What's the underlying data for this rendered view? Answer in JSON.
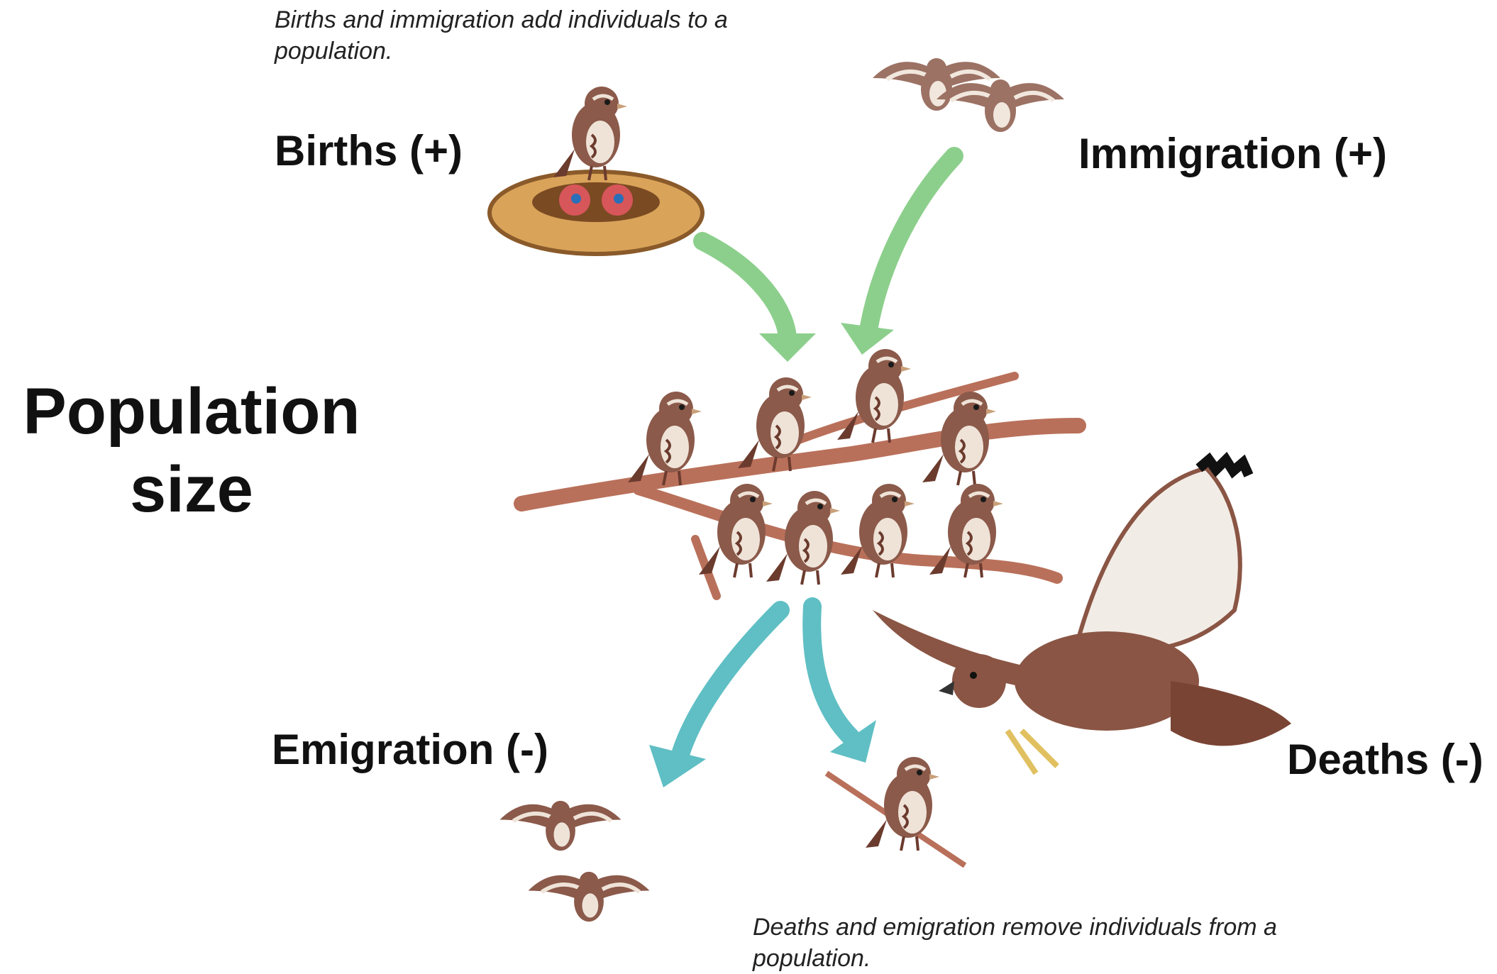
{
  "captions": {
    "top": "Births and immigration add individuals to a population.",
    "bottom": "Deaths and emigration remove individuals from a population."
  },
  "labels": {
    "births": "Births (+)",
    "immigration": "Immigration (+)",
    "emigration": "Emigration (-)",
    "deaths": "Deaths (-)"
  },
  "title": {
    "line1": "Population",
    "line2": "size"
  },
  "colors": {
    "add_arrow": "#8ccf8c",
    "remove_arrow": "#5fbfc4",
    "sparrow_body": "#8b5a4a",
    "branch": "#b9705a",
    "nest": "#d9a35a",
    "hawk": "#8a5544"
  }
}
